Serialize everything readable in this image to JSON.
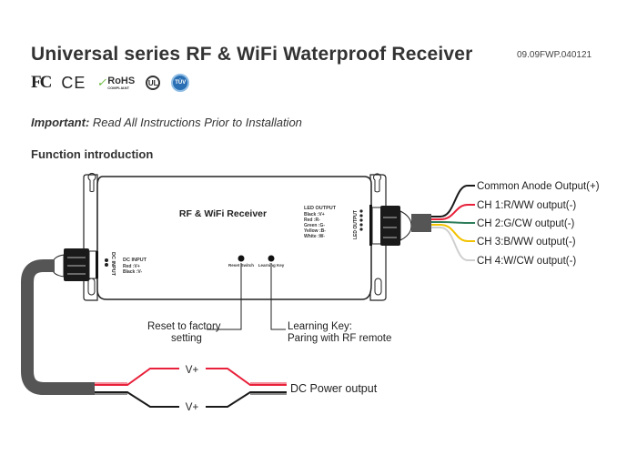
{
  "header": {
    "title": "Universal series RF & WiFi Waterproof Receiver",
    "doc_number": "09.09FWP.040121",
    "certifications": [
      {
        "name": "fcc-icon",
        "label": "FC"
      },
      {
        "name": "ce-icon",
        "label": "CE"
      },
      {
        "name": "rohs-icon",
        "label": "RoHS",
        "sub": "COMPLIANT"
      },
      {
        "name": "ul-icon",
        "label": "UL"
      },
      {
        "name": "tuv-icon",
        "label": "TÜV"
      }
    ]
  },
  "notice": {
    "prefix": "Important:",
    "text": " Read All Instructions Prior to Installation"
  },
  "section_title": "Function introduction",
  "device": {
    "name": "RF & WiFi Receiver",
    "dc_input": {
      "side_label": "DC INPUT",
      "title": "DC INPUT",
      "lines": [
        "Red :V+",
        "Black :V-"
      ]
    },
    "led_output": {
      "side_label": "LED OUTPUT",
      "title": "LED OUTPUT",
      "lines": [
        "Black :V+",
        "Red :R-",
        "Green :G-",
        "Yellow :B-",
        "White :W-"
      ]
    },
    "buttons": [
      {
        "label": "Reset Switch"
      },
      {
        "label": "Learning Key"
      }
    ]
  },
  "callouts": {
    "reset": [
      "Reset to factory",
      "setting"
    ],
    "learning": [
      "Learning Key:",
      "Paring with RF remote"
    ]
  },
  "outputs": [
    {
      "label": "Common Anode Output(+)",
      "color": "#1a1a1a"
    },
    {
      "label": "CH 1:R/WW output(-)",
      "color": "#e8203a"
    },
    {
      "label": "CH 2:G/CW output(-)",
      "color": "#2e7d5b"
    },
    {
      "label": "CH 3:B/WW output(-)",
      "color": "#f2c200"
    },
    {
      "label": "CH 4:W/CW output(-)",
      "color": "#cfcfcf"
    }
  ],
  "power": {
    "top_label": "V+",
    "bottom_label": "V+",
    "output_label": "DC Power output",
    "positive_color": "#e8203a",
    "negative_color": "#1a1a1a"
  }
}
